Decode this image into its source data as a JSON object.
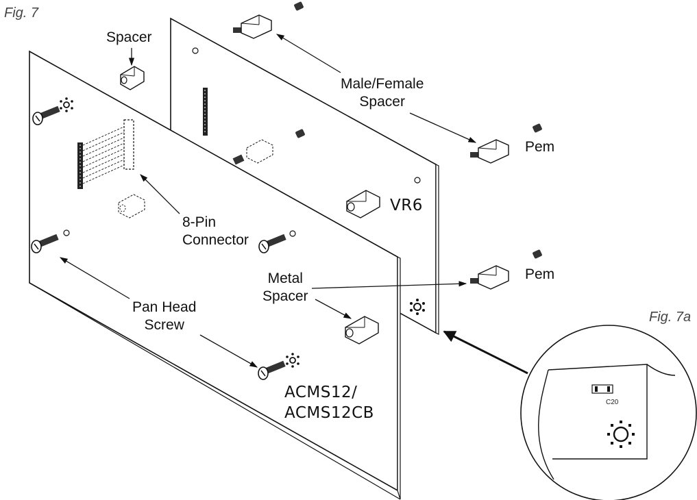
{
  "figures": {
    "main": "Fig. 7",
    "detail": "Fig. 7a"
  },
  "labels": {
    "spacer": "Spacer",
    "male_female_spacer_line1": "Male/Female",
    "male_female_spacer_line2": "Spacer",
    "pem_top": "Pem",
    "pem_bottom": "Pem",
    "vr6": "VR6",
    "connector_line1": "8-Pin",
    "connector_line2": "Connector",
    "metal_spacer_line1": "Metal",
    "metal_spacer_line2": "Spacer",
    "pan_head_line1": "Pan Head",
    "pan_head_line2": "Screw",
    "board_line1": "ACMS12/",
    "board_line2": "ACMS12CB",
    "component_c20": "C20"
  }
}
